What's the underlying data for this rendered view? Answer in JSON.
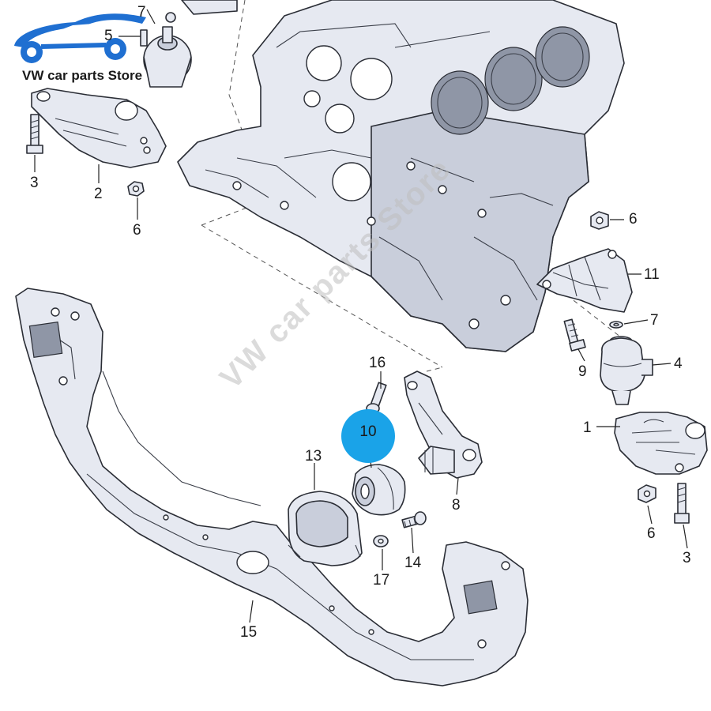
{
  "store": {
    "name": "VW car parts Store",
    "logo_icon": "car-wrench-logo-icon",
    "accent": "#1f6fd1"
  },
  "watermark": "VW car parts Store",
  "highlight": {
    "label": "10",
    "color": "#1aa3e8"
  },
  "callouts": [
    "1",
    "2",
    "3",
    "3",
    "4",
    "5",
    "6",
    "6",
    "6",
    "7",
    "7",
    "8",
    "9",
    "11",
    "13",
    "14",
    "15",
    "16",
    "17"
  ]
}
